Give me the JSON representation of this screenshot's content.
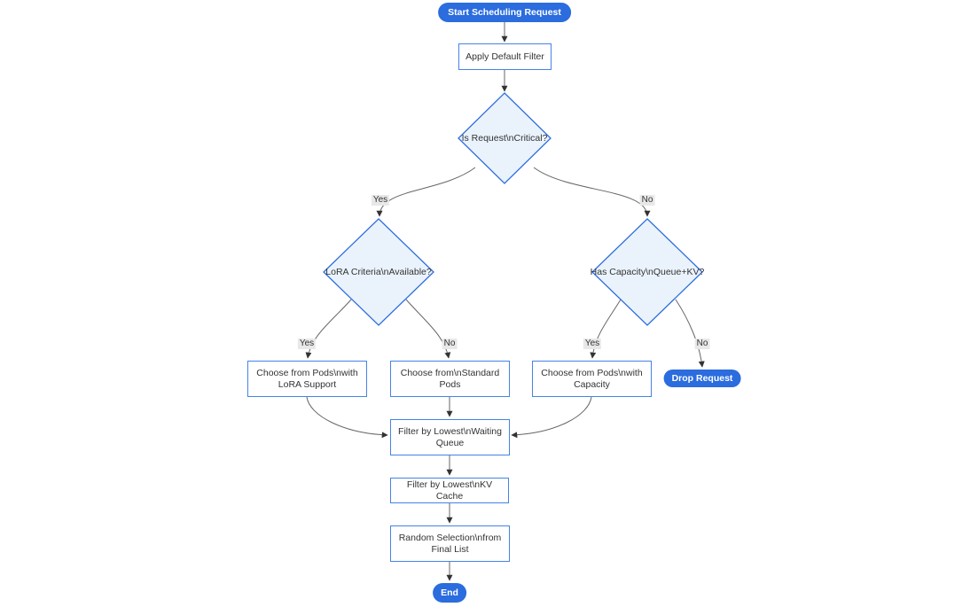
{
  "diagram": {
    "type": "flowchart",
    "direction": "top-down",
    "nodes": {
      "start": {
        "label": "Start Scheduling Request",
        "shape": "stadium"
      },
      "apply_filter": {
        "label": "Apply Default Filter",
        "shape": "rect"
      },
      "is_critical": {
        "label": "Is Request\\nCritical?",
        "shape": "decision"
      },
      "lora_criteria": {
        "label": "LoRA Criteria\\nAvailable?",
        "shape": "decision"
      },
      "has_capacity": {
        "label": "Has Capacity\\nQueue+KV?",
        "shape": "decision"
      },
      "choose_lora": {
        "label": "Choose from Pods\\nwith LoRA Support",
        "shape": "rect"
      },
      "choose_standard": {
        "label": "Choose from\\nStandard Pods",
        "shape": "rect"
      },
      "choose_capacity": {
        "label": "Choose from Pods\\nwith Capacity",
        "shape": "rect"
      },
      "drop_request": {
        "label": "Drop Request",
        "shape": "stadium"
      },
      "filter_waiting": {
        "label": "Filter by Lowest\\nWaiting Queue",
        "shape": "rect"
      },
      "filter_kv": {
        "label": "Filter by Lowest\\nKV Cache",
        "shape": "rect"
      },
      "random_selection": {
        "label": "Random Selection\\nfrom Final List",
        "shape": "rect"
      },
      "end": {
        "label": "End",
        "shape": "stadium"
      }
    },
    "edge_labels": {
      "critical_yes": "Yes",
      "critical_no": "No",
      "lora_yes": "Yes",
      "lora_no": "No",
      "capacity_yes": "Yes",
      "capacity_no": "No"
    }
  },
  "colors": {
    "background": "#FFFFFF",
    "pill": "#2B6CDE",
    "pillText": "#FFFFFF",
    "rectFill": "#FFFFFF",
    "rectBorder": "#4583E6",
    "diamondFill": "#EAF3FC",
    "diamondBorder": "#2E6EDF",
    "edge": "#666666",
    "arrow": "#333333",
    "text": "#333333",
    "labelBg": "#E8E8E8"
  }
}
